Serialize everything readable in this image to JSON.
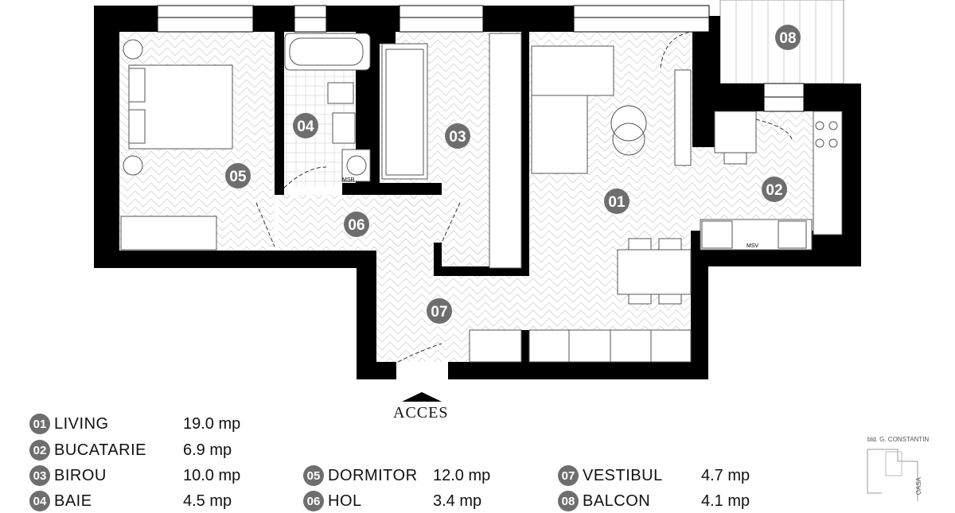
{
  "rooms": [
    {
      "num": "01",
      "name": "LIVING",
      "area": "19.0 mp"
    },
    {
      "num": "02",
      "name": "BUCATARIE",
      "area": "6.9 mp"
    },
    {
      "num": "03",
      "name": "BIROU",
      "area": "10.0 mp"
    },
    {
      "num": "04",
      "name": "BAIE",
      "area": "4.5 mp"
    },
    {
      "num": "05",
      "name": "DORMITOR",
      "area": "12.0 mp"
    },
    {
      "num": "06",
      "name": "HOL",
      "area": "3.4 mp"
    },
    {
      "num": "07",
      "name": "VESTIBUL",
      "area": "4.7 mp"
    },
    {
      "num": "08",
      "name": "BALCON",
      "area": "4.1 mp"
    }
  ],
  "entrance_label": "ACCES",
  "fixture_labels": {
    "bath": "MSR",
    "kitchen": "MSV"
  },
  "locator": {
    "street_top": "bld. G. CONSTANTIN",
    "street_side": "OASA"
  },
  "colors": {
    "wall": "#000000",
    "badge": "#6e6e6e",
    "floor_pattern": "#cfcfcf"
  }
}
